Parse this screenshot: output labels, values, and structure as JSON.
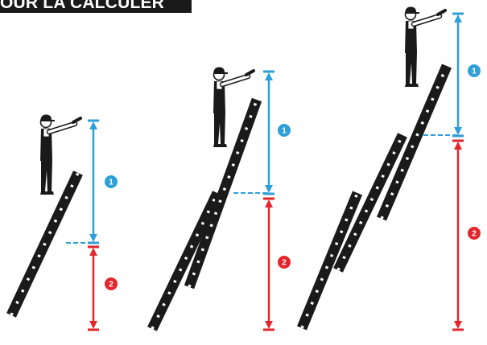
{
  "title": "OUR LA CALCULER",
  "colors": {
    "blue": "#2f9fda",
    "red": "#e3262d",
    "ladder": "#1a1a1a",
    "badge_text": "#ffffff"
  },
  "figures": [
    {
      "ladder_sections": 1,
      "upper_badge": "1",
      "lower_badge": "2"
    },
    {
      "ladder_sections": 2,
      "upper_badge": "1",
      "lower_badge": "2"
    },
    {
      "ladder_sections": 3,
      "upper_badge": "1",
      "lower_badge": "2"
    }
  ]
}
